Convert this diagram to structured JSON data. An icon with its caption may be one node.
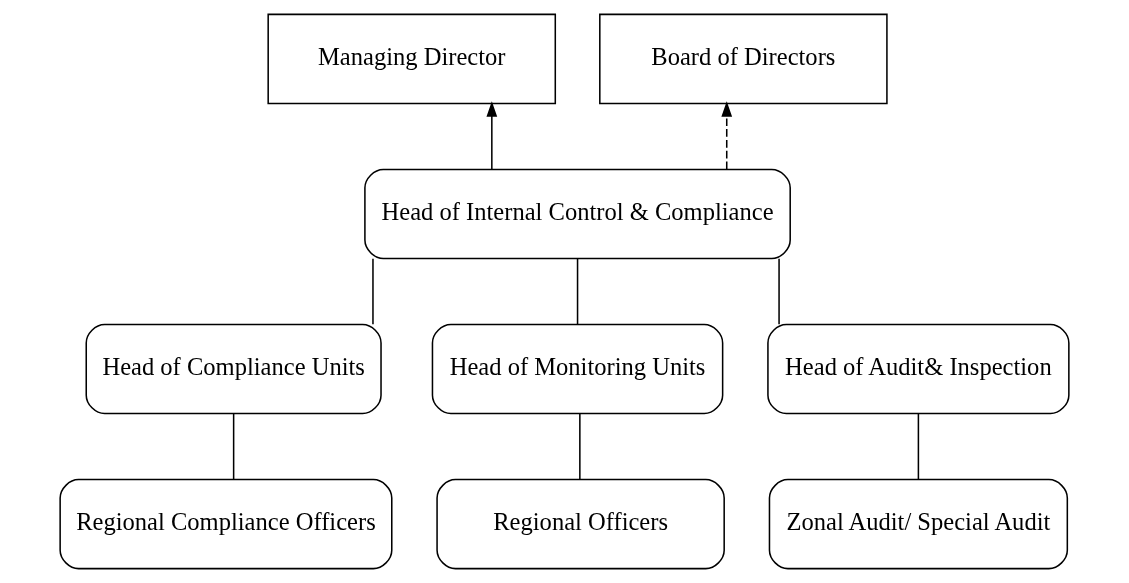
{
  "diagram": {
    "nodes": [
      {
        "text": [
          "Managing Director"
        ]
      },
      {
        "text": [
          "Board of Directors"
        ]
      },
      {
        "text": [
          "Head of Internal Control & Compliance"
        ]
      },
      {
        "text": [
          "Head of Compliance Units"
        ]
      },
      {
        "text": [
          "Head of Monitoring Units"
        ]
      },
      {
        "text": [
          "Head of Audit& Inspection"
        ]
      },
      {
        "text": [
          "Regional Compliance Officers"
        ]
      },
      {
        "text": [
          "Regional Officers"
        ]
      },
      {
        "text": [
          "Zonal Audit/ Special Audit"
        ]
      }
    ],
    "edges": [
      {
        "from": 2,
        "to": 0,
        "arrow": "to"
      },
      {
        "from": 2,
        "to": 1,
        "arrow": "to",
        "style": "dashed"
      },
      {
        "from": 2,
        "to": 3,
        "arrow": "none"
      },
      {
        "from": 2,
        "to": 4,
        "arrow": "none"
      },
      {
        "from": 2,
        "to": 5,
        "arrow": "none"
      },
      {
        "from": 3,
        "to": 6,
        "arrow": "none"
      },
      {
        "from": 4,
        "to": 7,
        "arrow": "none"
      },
      {
        "from": 5,
        "to": 8,
        "arrow": "none"
      }
    ]
  }
}
